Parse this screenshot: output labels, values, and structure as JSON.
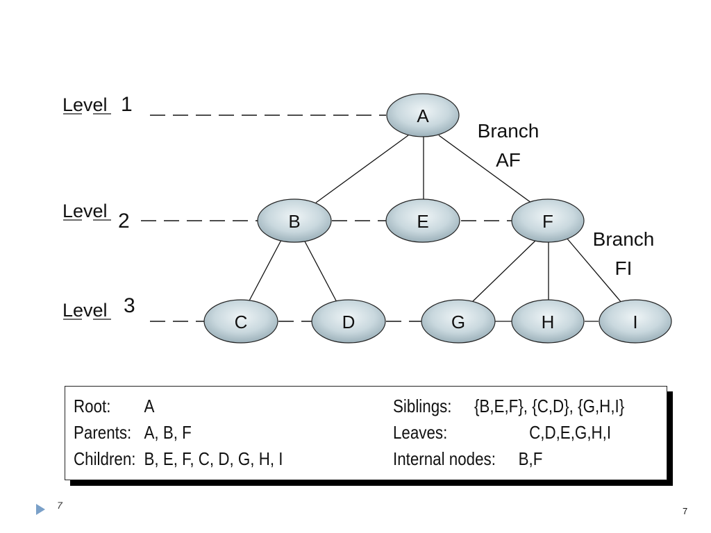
{
  "levels": [
    {
      "word": "Level",
      "number": "1"
    },
    {
      "word": "Level",
      "number": "2"
    },
    {
      "word": "Level",
      "number": "3"
    }
  ],
  "nodes": {
    "A": "A",
    "B": "B",
    "E": "E",
    "F": "F",
    "C": "C",
    "D": "D",
    "G": "G",
    "H": "H",
    "I": "I"
  },
  "branches": [
    {
      "word": "Branch",
      "name": "AF"
    },
    {
      "word": "Branch",
      "name": "FI"
    }
  ],
  "info": {
    "root": {
      "label": "Root:",
      "value": "A"
    },
    "parents": {
      "label": "Parents:",
      "value": "A, B, F"
    },
    "children": {
      "label": "Children:",
      "value": "B, E, F, C, D, G, H, I"
    },
    "siblings": {
      "label": "Siblings:",
      "value": "{B,E,F}, {C,D}, {G,H,I}"
    },
    "leaves": {
      "label": "Leaves:",
      "value": "C,D,E,G,H,I"
    },
    "internal": {
      "label": "Internal nodes:",
      "value": "B,F"
    }
  },
  "footer": {
    "mark": "7",
    "page_number": "7"
  },
  "colors": {
    "node_fill_light": "#e6eef2",
    "node_fill_dark": "#9fb3bd",
    "footer_arrow": "#7aa0c8"
  }
}
